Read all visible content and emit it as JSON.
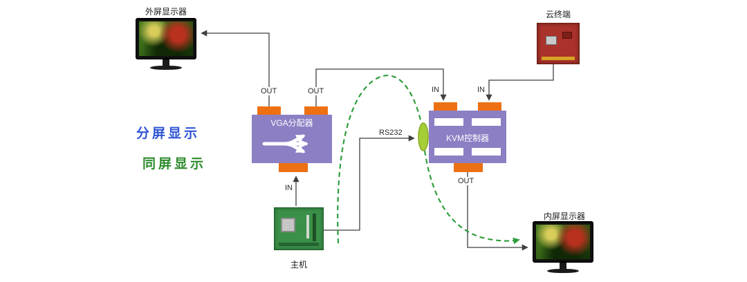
{
  "devices": {
    "external_display": {
      "label": "外屏显示器"
    },
    "cloud_terminal": {
      "label": "云终端"
    },
    "vga_splitter": {
      "label": "VGA分配器"
    },
    "kvm_controller": {
      "label": "KVM控制器"
    },
    "host": {
      "label": "主机"
    },
    "internal_display": {
      "label": "内屏显示器"
    }
  },
  "ports": {
    "vga_out_left": "OUT",
    "vga_out_right": "OUT",
    "vga_in": "IN",
    "kvm_in_left": "IN",
    "kvm_in_right": "IN",
    "kvm_out": "OUT",
    "rs232": "RS232"
  },
  "legend": {
    "split_screen": {
      "label": "分屏显示",
      "color": "#2f55d4"
    },
    "same_screen": {
      "label": "同屏显示",
      "color": "#2e8b2e"
    }
  },
  "colors": {
    "device_purple": "#8c7fc4",
    "connector_orange": "#ed7013",
    "rs232_connector_green": "#a6ce39",
    "dashed_path_green": "#2f9e3c",
    "solid_line": "#3f3f3f"
  },
  "connections": {
    "solid": [
      "vga_splitter OUT -> external_display",
      "vga_splitter OUT -> kvm_controller IN",
      "cloud_terminal -> kvm_controller IN",
      "host -> vga_splitter IN",
      "host -> RS232 -> kvm_controller",
      "kvm_controller OUT -> internal_display"
    ],
    "dashed_same_screen": "host -> RS232 -> internal_display"
  }
}
